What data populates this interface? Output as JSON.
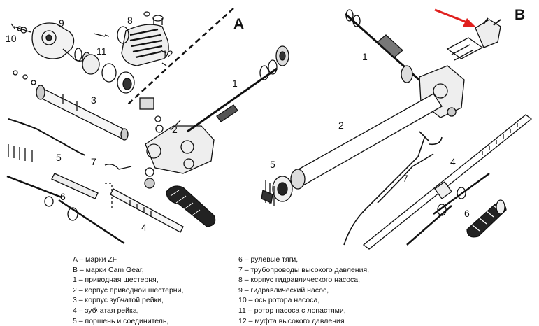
{
  "diagram": {
    "section_a": "A",
    "section_b": "B",
    "part_labels_a": [
      "1",
      "2",
      "3",
      "4",
      "5",
      "6",
      "7",
      "8",
      "9",
      "10",
      "11",
      "12"
    ],
    "part_labels_b": [
      "1",
      "2",
      "4",
      "5",
      "6",
      "7"
    ]
  },
  "legend_left": [
    "A – марки ZF,",
    "B – марки Cam Gear,",
    "1 – приводная шестерня,",
    "2 – корпус приводной шестерни,",
    "3 – корпус зубчатой рейки,",
    "4 – зубчатая рейка,",
    "5 – поршень и соединитель,"
  ],
  "legend_right": [
    "6 – рулевые тяги,",
    "7 – трубопроводы высокого давления,",
    "8 – корпус гидравлического насоса,",
    "9 – гидравлический насос,",
    "10 – ось ротора насоса,",
    "11 – ротор насоса с лопастями,",
    "12 – муфта высокого давления"
  ],
  "colors": {
    "ink": "#111111",
    "arrow": "#e0201e"
  }
}
